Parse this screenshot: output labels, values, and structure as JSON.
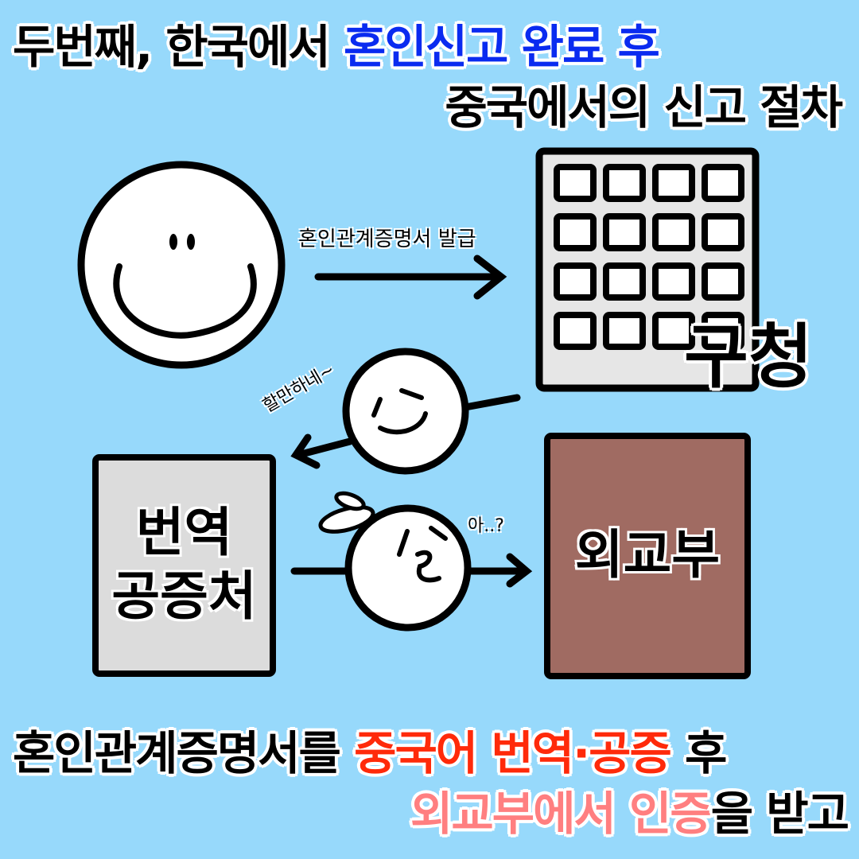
{
  "title": {
    "line1_black": "두번째, 한국에서 ",
    "line1_highlight": "혼인신고 완료 후",
    "line2": "중국에서의 신고 절차"
  },
  "diagram": {
    "arrow_label": "혼인관계증명서 발급",
    "district_office": "구청",
    "translation_office_line1": "번역",
    "translation_office_line2": "공증처",
    "foreign_ministry": "외교부",
    "speech_easy": "할만하네~",
    "speech_confused": "아..?"
  },
  "bottom": {
    "line1_black": "혼인관계증명서를 ",
    "line1_red": "중국어 번역·공증",
    "line1_end": " 후",
    "line2_pink1": "외교부에서 인증",
    "line2_black": "을 받고"
  },
  "colors": {
    "background": "#97d9fb",
    "highlight_blue": "#0a2bf0",
    "highlight_red": "#ff2a0a",
    "highlight_pink": "#ff7f80",
    "ministry_box": "#a06b62",
    "building": "#e6e6e6"
  }
}
